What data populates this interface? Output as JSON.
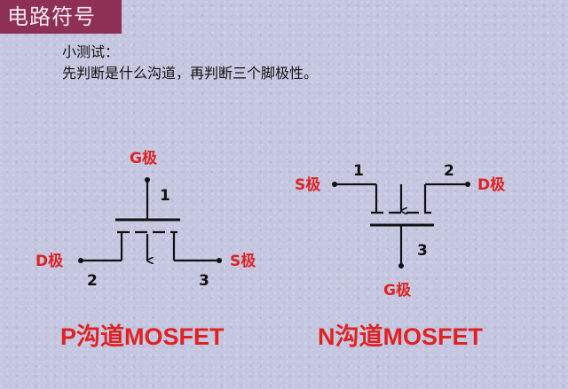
{
  "header": {
    "title": "电路符号"
  },
  "quiz": {
    "line1": "小测试：",
    "line2": "先判断是什么沟道，再判断三个脚极性。"
  },
  "p_mosfet": {
    "gate_label": "G极",
    "drain_label": "D极",
    "source_label": "S极",
    "pin1": "1",
    "pin2": "2",
    "pin3": "3",
    "caption": "P沟道MOSFET"
  },
  "n_mosfet": {
    "gate_label": "G极",
    "drain_label": "D极",
    "source_label": "S极",
    "pin1": "1",
    "pin2": "2",
    "pin3": "3",
    "caption": "N沟道MOSFET"
  },
  "colors": {
    "title_bg": "#8e2f55",
    "label_red": "#e02222",
    "background": "#c5c6e0"
  }
}
